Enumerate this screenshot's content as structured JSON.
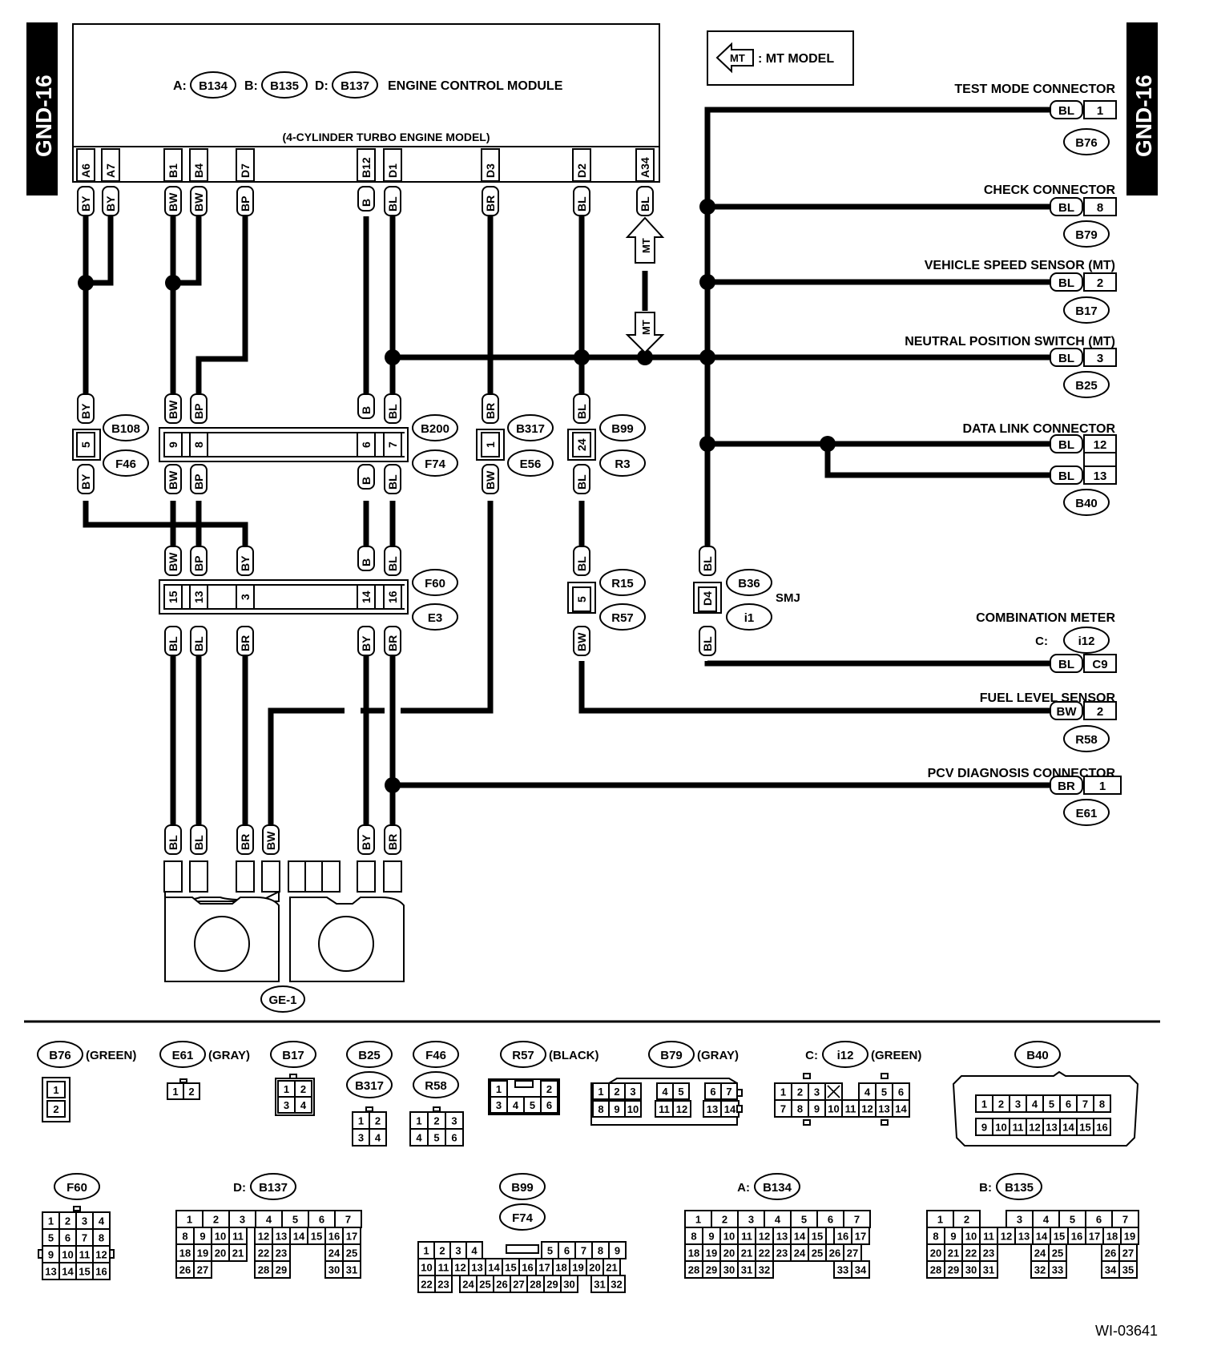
{
  "page": {
    "side_tag_left": "GND-16",
    "side_tag_right": "GND-16",
    "figure_id": "WI-03641",
    "mt_legend_icon": "MT",
    "mt_legend_text": ": MT MODEL"
  },
  "ecm": {
    "prefix_a": "A:",
    "conn_a": "B134",
    "prefix_b": "B:",
    "conn_b": "B135",
    "prefix_d": "D:",
    "conn_d": "B137",
    "name": "ENGINE CONTROL MODULE",
    "variant": "(4-CYLINDER TURBO ENGINE MODEL)",
    "pins": [
      {
        "pin": "A6",
        "color": "BY"
      },
      {
        "pin": "A7",
        "color": "BY"
      },
      {
        "pin": "B1",
        "color": "BW"
      },
      {
        "pin": "B4",
        "color": "BW"
      },
      {
        "pin": "D7",
        "color": "BP"
      },
      {
        "pin": "B12",
        "color": "B"
      },
      {
        "pin": "D1",
        "color": "BL"
      },
      {
        "pin": "D3",
        "color": "BR"
      },
      {
        "pin": "D2",
        "color": "BL"
      },
      {
        "pin": "A34",
        "color": "BL"
      }
    ]
  },
  "mt_arrows": [
    "MT",
    "MT"
  ],
  "devices": [
    {
      "name": "TEST MODE CONNECTOR",
      "wire": "BL",
      "pin": "1",
      "conn": "B76"
    },
    {
      "name": "CHECK CONNECTOR",
      "wire": "BL",
      "pin": "8",
      "conn": "B79"
    },
    {
      "name": "VEHICLE SPEED SENSOR (MT)",
      "wire": "BL",
      "pin": "2",
      "conn": "B17"
    },
    {
      "name": "NEUTRAL POSITION SWITCH (MT)",
      "wire": "BL",
      "pin": "3",
      "conn": "B25"
    },
    {
      "name": "DATA LINK CONNECTOR",
      "wire": "BL",
      "pin": "12",
      "wire2": "BL",
      "pin2": "13",
      "conn": "B40"
    },
    {
      "name": "COMBINATION METER",
      "prefix": "C:",
      "conn": "i12",
      "wire": "BL",
      "pin": "C9"
    },
    {
      "name": "FUEL LEVEL SENSOR",
      "wire": "BW",
      "pin": "2",
      "conn": "R58"
    },
    {
      "name": "PCV DIAGNOSIS CONNECTOR",
      "wire": "BR",
      "pin": "1",
      "conn": "E61"
    }
  ],
  "smj": {
    "label": "SMJ",
    "conn_top": "B36",
    "conn_bottom": "i1",
    "pin": "D4",
    "wire_top": "BL",
    "wire_bottom": "BL"
  },
  "joints": [
    {
      "top": "B108",
      "bottom": "F46",
      "pins": [
        "5"
      ],
      "wires_top": [
        "BY"
      ],
      "wires_bottom": [
        "BY"
      ]
    },
    {
      "top": "B200",
      "bottom": "F74",
      "pins": [
        "9",
        "8",
        "6",
        "7"
      ],
      "wires_top": [
        "BW",
        "BP",
        "B",
        "BL"
      ],
      "wires_bottom": [
        "BW",
        "BP",
        "B",
        "BL"
      ]
    },
    {
      "top": "B317",
      "bottom": "E56",
      "pins": [
        "1"
      ],
      "wires_top": [
        "BR"
      ],
      "wires_bottom": [
        "BW"
      ]
    },
    {
      "top": "B99",
      "bottom": "R3",
      "pins": [
        "24"
      ],
      "wires_top": [
        "BL"
      ],
      "wires_bottom": [
        "BL"
      ]
    },
    {
      "top": "F60",
      "bottom": "E3",
      "pins": [
        "15",
        "13",
        "3",
        "14",
        "16"
      ],
      "wires_top": [
        "BW",
        "BP",
        "BY",
        "B",
        "BL"
      ],
      "wires_bottom": [
        "BL",
        "BL",
        "BR",
        "BY",
        "BR"
      ]
    },
    {
      "top": "R15",
      "bottom": "R57",
      "pins": [
        "5"
      ],
      "wires_top": [
        "BL"
      ],
      "wires_bottom": [
        "BW"
      ]
    }
  ],
  "ground": {
    "label": "GE-1",
    "wires": [
      "BL",
      "BL",
      "BR",
      "BW",
      "BY",
      "BR"
    ]
  },
  "connector_views": {
    "B76": {
      "label": "B76",
      "color": "(GREEN)"
    },
    "E61": {
      "label": "E61",
      "color": "(GRAY)"
    },
    "B17": {
      "label": "B17"
    },
    "B25": {
      "label": "B25"
    },
    "B317": {
      "label": "B317"
    },
    "F46": {
      "label": "F46"
    },
    "R58": {
      "label": "R58"
    },
    "R57": {
      "label": "R57",
      "color": "(BLACK)"
    },
    "B79": {
      "label": "B79",
      "color": "(GRAY)"
    },
    "i12": {
      "prefix": "C:",
      "label": "i12",
      "color": "(GREEN)"
    },
    "B40": {
      "label": "B40"
    },
    "F60": {
      "label": "F60"
    },
    "B137": {
      "prefix": "D:",
      "label": "B137"
    },
    "B99": {
      "label": "B99"
    },
    "F74": {
      "label": "F74"
    },
    "B134": {
      "prefix": "A:",
      "label": "B134"
    },
    "B135": {
      "prefix": "B:",
      "label": "B135"
    }
  }
}
